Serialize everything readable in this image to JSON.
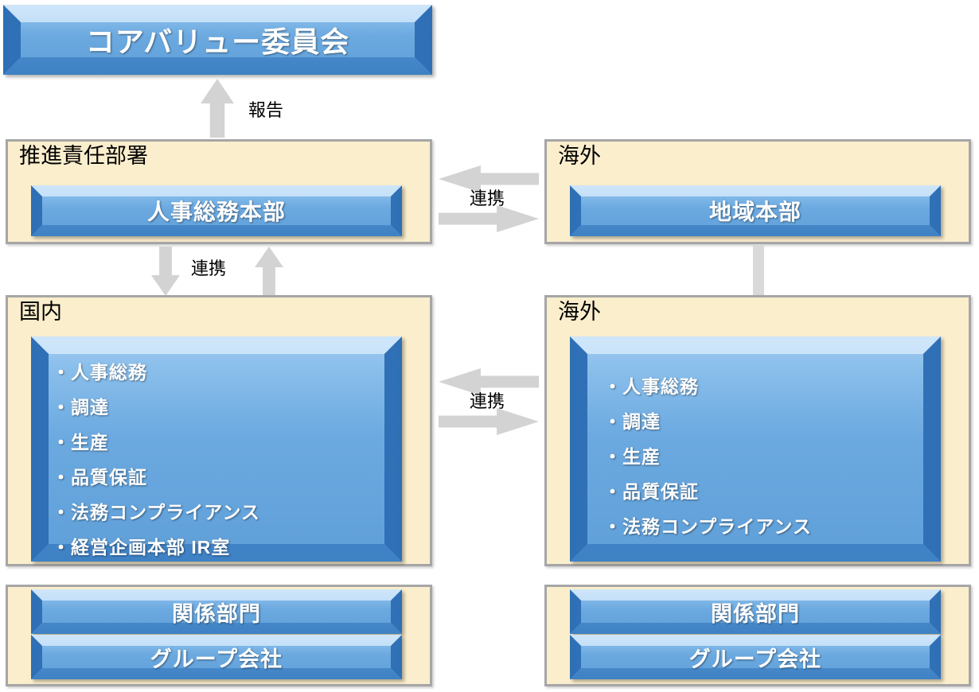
{
  "diagram": {
    "title_box": {
      "label": "コアバリュー委員会"
    },
    "left_column": {
      "responsible_panel": {
        "label": "推進責任部署",
        "box": "人事総務本部"
      },
      "domestic_panel": {
        "label": "国内",
        "items": [
          "・人事総務",
          "・調達",
          "・生産",
          "・品質保証",
          "・法務コンプライアンス",
          "・経営企画本部 IR室"
        ]
      },
      "affiliates_panel": {
        "box_top": "関係部門",
        "box_bottom": "グループ会社"
      }
    },
    "right_column": {
      "overseas_hq_panel": {
        "label": "海外",
        "box": "地域本部"
      },
      "overseas_panel": {
        "label": "海外",
        "items": [
          "・人事総務",
          "・調達",
          "・生産",
          "・品質保証",
          "・法務コンプライアンス"
        ]
      },
      "affiliates_panel": {
        "box_top": "関係部門",
        "box_bottom": "グループ会社"
      }
    },
    "connectors": {
      "report_label": "報告",
      "link_label_hq_domestic": "連携",
      "link_label_hq_overseas": "連携",
      "link_label_domestic_overseas": "連携"
    },
    "colors": {
      "panel_background": "#fbeecd",
      "panel_border": "#a6a6a6",
      "box_blue": "#5b9bd5",
      "box_blue_light": "#9ecbf2",
      "box_blue_dark": "#2f6fb5",
      "arrow_gray": "#d3d3d3",
      "text_white": "#ffffff",
      "text_black": "#000000"
    }
  }
}
